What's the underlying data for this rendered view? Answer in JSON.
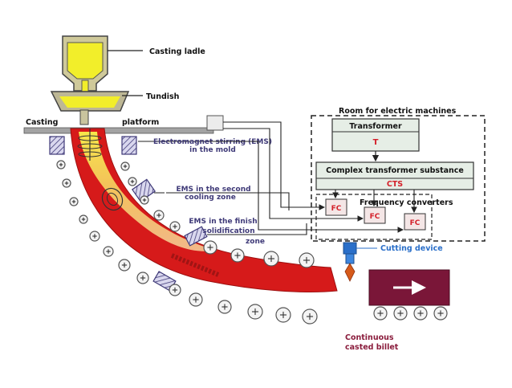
{
  "labels": {
    "casting_ladle": "Casting ladle",
    "tundish": "Tundish",
    "casting": "Casting",
    "platform": "platform",
    "ems_mold_1": "Electromagnet stirring (EMS)",
    "ems_mold_2": "in the mold",
    "ems_second_1": "EMS in the second",
    "ems_second_2": "cooling zone",
    "ems_finish_1": "EMS in the finish",
    "ems_finish_2": "solidification",
    "ems_finish_3": "zone",
    "room": "Room for electric machines",
    "transformer": "Transformer",
    "transformer_symbol": "T",
    "cts_title": "Complex transformer substance",
    "cts_symbol": "CTS",
    "freq_conv": "Frequency converters",
    "fc": "FC",
    "cutting_device": "Cutting device",
    "billet_1": "Continuous",
    "billet_2": "casted billet"
  },
  "colors": {
    "steel": "#d61a1a",
    "ladle_fill": "#f2ee2a",
    "label_navy": "#3f3a78",
    "fc_red": "#d4202a",
    "cutting_blue": "#2a6fc9",
    "billet_text": "#8a1c3c",
    "billet_block": "#7a1638",
    "box_fill": "#e6eee6"
  },
  "icons": {
    "roller": "roller-plus-icon",
    "ems_coil": "ems-coil-icon",
    "arrow": "arrow-right-icon"
  }
}
